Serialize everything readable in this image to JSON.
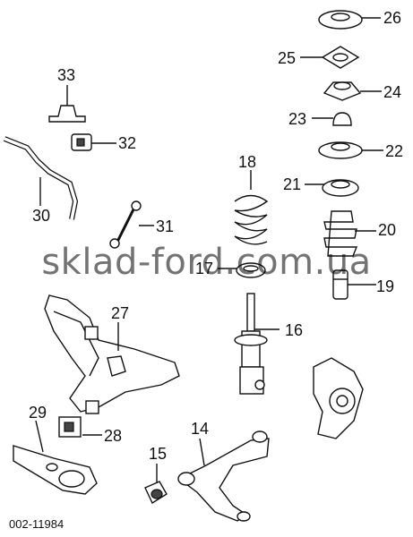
{
  "callouts": {
    "c14": "14",
    "c15": "15",
    "c16": "16",
    "c17": "17",
    "c18": "18",
    "c19": "19",
    "c20": "20",
    "c21": "21",
    "c22": "22",
    "c23": "23",
    "c24": "24",
    "c25": "25",
    "c26": "26",
    "c27": "27",
    "c28": "28",
    "c29": "29",
    "c30": "30",
    "c31": "31",
    "c32": "32",
    "c33": "33"
  },
  "watermark": "sklad-ford.com.ua",
  "footer_code": "002-11984"
}
